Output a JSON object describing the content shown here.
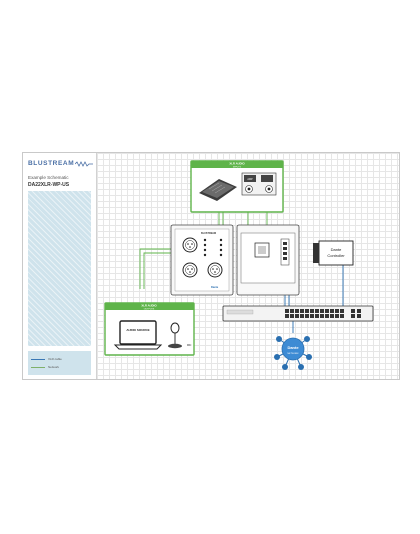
{
  "brand": {
    "name": "BLUSTREAM"
  },
  "sidebar": {
    "subtitle": "Example Schematic",
    "model": "DA22XLR-WP-US"
  },
  "legend": [
    {
      "label": "XLR cable",
      "color": "#3a78b5"
    },
    {
      "label": "Network",
      "color": "#7fb06a"
    }
  ],
  "colors": {
    "accent_green": "#5fb44a",
    "network_blue": "#2a6fb0",
    "logo_blue": "#4a6fa5"
  },
  "diagram": {
    "xlr_inputs": {
      "title": "XLR AUDIO",
      "subtitle": "OUTPUTS"
    },
    "xlr_outputs": {
      "title": "XLR AUDIO",
      "subtitle": "INPUTS"
    },
    "audio_source": "AUDIO SOURCE",
    "mic_label": "MIC",
    "controller": {
      "line1": "Dante",
      "line2": "Controller"
    },
    "dante_network": {
      "name": "Dante",
      "sub": "NETWORK"
    },
    "amplifier_label": "AMP",
    "wallplate_brand": "BLUSTREAM",
    "dante_badge": "Dante"
  }
}
